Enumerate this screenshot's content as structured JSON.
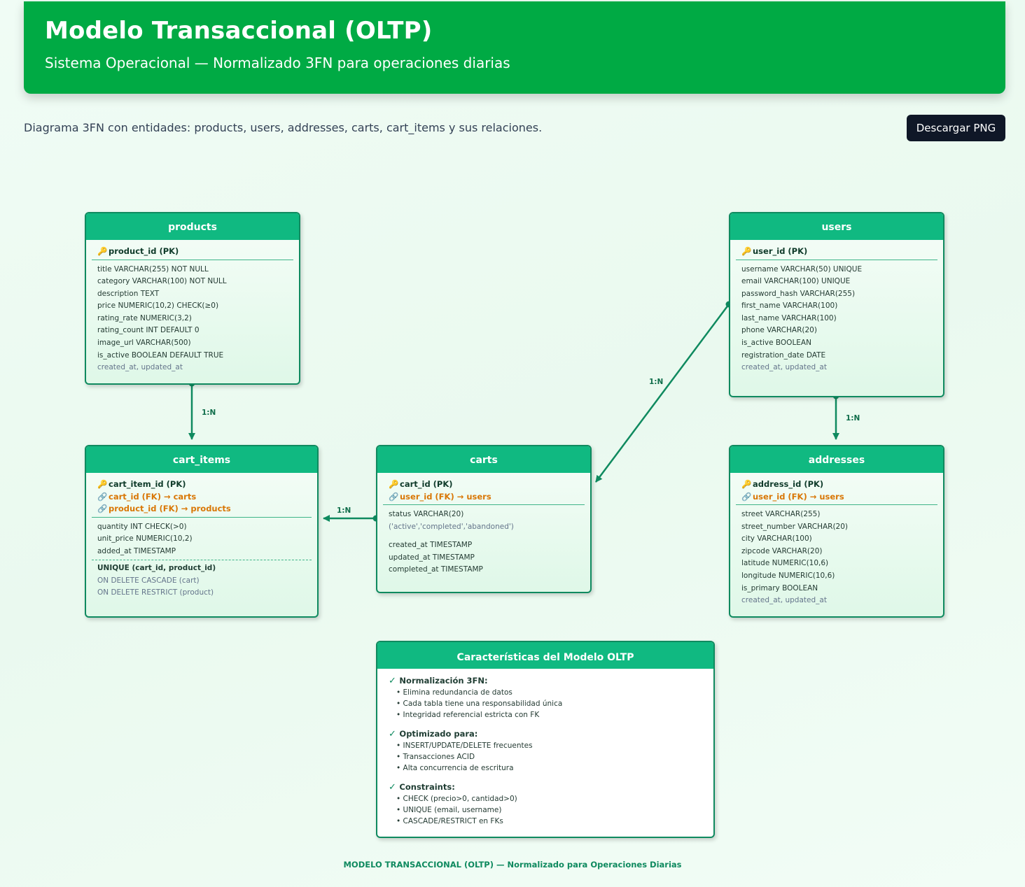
{
  "header": {
    "title": "Modelo Transaccional (OLTP)",
    "subtitle": "Sistema Operacional — Normalizado 3FN para operaciones diarias"
  },
  "intro": "Diagrama 3FN con entidades: products, users, addresses, carts, cart_items y sus relaciones.",
  "download_label": "Descargar PNG",
  "entities": {
    "products": {
      "name": "products",
      "keys": [
        {
          "icon": "key",
          "label": "product_id (PK)"
        }
      ],
      "attrs": [
        "title VARCHAR(255) NOT NULL",
        "category VARCHAR(100) NOT NULL",
        "description TEXT",
        "price NUMERIC(10,2) CHECK(≥0)",
        "rating_rate NUMERIC(3,2)",
        "rating_count INT DEFAULT 0",
        "image_url VARCHAR(500)",
        "is_active BOOLEAN DEFAULT TRUE",
        "created_at, updated_at"
      ]
    },
    "users": {
      "name": "users",
      "keys": [
        {
          "icon": "key",
          "label": "user_id (PK)"
        }
      ],
      "attrs": [
        "username VARCHAR(50) UNIQUE",
        "email VARCHAR(100) UNIQUE",
        "password_hash VARCHAR(255)",
        "first_name VARCHAR(100)",
        "last_name VARCHAR(100)",
        "phone VARCHAR(20)",
        "is_active BOOLEAN",
        "registration_date DATE",
        "created_at, updated_at"
      ]
    },
    "cart_items": {
      "name": "cart_items",
      "keys": [
        {
          "icon": "key",
          "label": "cart_item_id (PK)"
        },
        {
          "icon": "link",
          "label": "cart_id (FK) → carts"
        },
        {
          "icon": "link",
          "label": "product_id (FK) → products"
        }
      ],
      "attrs": [
        "quantity INT CHECK(>0)",
        "unit_price NUMERIC(10,2)",
        "added_at TIMESTAMP"
      ],
      "constraints": [
        "UNIQUE (cart_id, product_id)",
        "ON DELETE CASCADE (cart)",
        "ON DELETE RESTRICT (product)"
      ]
    },
    "carts": {
      "name": "carts",
      "keys": [
        {
          "icon": "key",
          "label": "cart_id (PK)"
        },
        {
          "icon": "link",
          "label": "user_id (FK) → users"
        }
      ],
      "status": "status VARCHAR(20)",
      "status_values": "('active','completed','abandoned')",
      "attrs": [
        "created_at TIMESTAMP",
        "updated_at TIMESTAMP",
        "completed_at TIMESTAMP"
      ]
    },
    "addresses": {
      "name": "addresses",
      "keys": [
        {
          "icon": "key",
          "label": "address_id (PK)"
        },
        {
          "icon": "link",
          "label": "user_id (FK) → users"
        }
      ],
      "attrs": [
        "street VARCHAR(255)",
        "street_number VARCHAR(20)",
        "city VARCHAR(100)",
        "zipcode VARCHAR(20)",
        "latitude NUMERIC(10,6)",
        "longitude NUMERIC(10,6)",
        "is_primary BOOLEAN",
        "created_at, updated_at"
      ]
    }
  },
  "relations": [
    {
      "from": "products",
      "to": "cart_items",
      "label": "1:N"
    },
    {
      "from": "carts",
      "to": "cart_items",
      "label": "1:N"
    },
    {
      "from": "users",
      "to": "carts",
      "label": "1:N"
    },
    {
      "from": "users",
      "to": "addresses",
      "label": "1:N"
    }
  ],
  "features": {
    "title": "Características del Modelo OLTP",
    "sections": [
      {
        "heading": "Normalización 3FN:",
        "items": [
          "Elimina redundancia de datos",
          "Cada tabla tiene una responsabilidad única",
          "Integridad referencial estricta con FK"
        ]
      },
      {
        "heading": "Optimizado para:",
        "items": [
          "INSERT/UPDATE/DELETE frecuentes",
          "Transacciones ACID",
          "Alta concurrencia de escritura"
        ]
      },
      {
        "heading": "Constraints:",
        "items": [
          "CHECK (precio>0, cantidad>0)",
          "UNIQUE (email, username)",
          "CASCADE/RESTRICT en FKs"
        ]
      }
    ]
  },
  "footer": "MODELO TRANSACCIONAL (OLTP) — Normalizado para Operaciones Diarias",
  "colors": {
    "header": "#00aa44",
    "entity_header": "#10b981",
    "border": "#0f8a5f",
    "fk": "#d97706",
    "button": "#0f1727"
  }
}
